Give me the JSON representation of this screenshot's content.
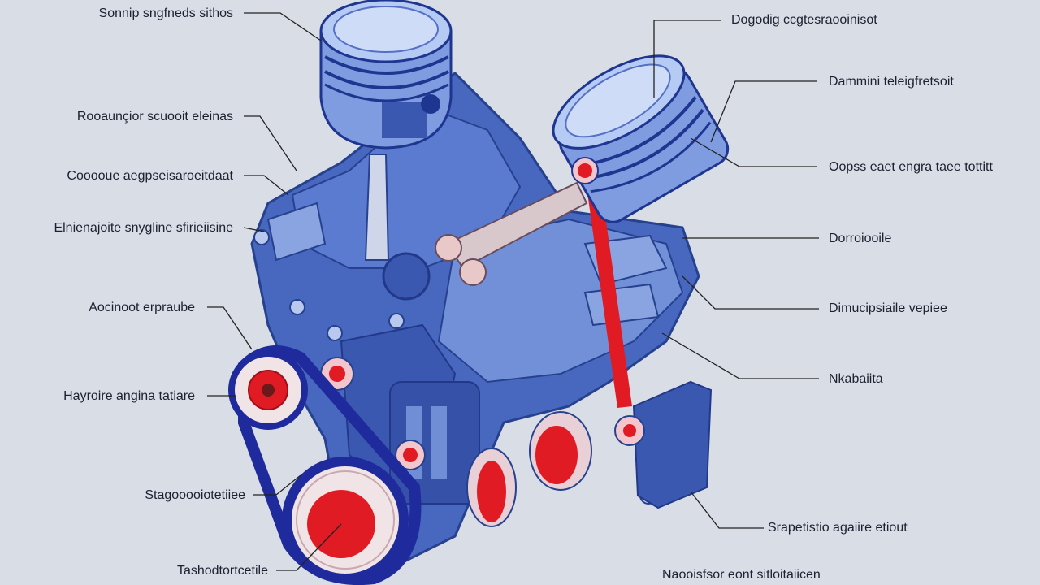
{
  "colors": {
    "background": "#d9dde6",
    "engine_dark": "#2f4fa8",
    "engine_mid": "#4868c0",
    "engine_light": "#8ea8e6",
    "piston_face": "#a9c1f2",
    "accent_red": "#e01b24",
    "belt": "#1f2b9c",
    "leader": "#222222"
  },
  "labels": {
    "l1": "Sonnip sngfneds sithos",
    "l2": "Rooaunçior scuooit eleinas",
    "l3": "Cooooue aegpseisaroeitdaat",
    "l4": "Elnienajoite snygline sfirieiisine",
    "l5": "Aocinoot erpraube",
    "l6": "Hayroire angina tatiare",
    "l7": "Stagooooiotetiiee",
    "l8": "Tashodtortcetile",
    "r1": "Dogodig ccgtesraooinisot",
    "r2": "Dammini teleigfretsoit",
    "r3": "Oopss eaet engra taee tottitt",
    "r4": "Dorroiooile",
    "r5": "Dimucipsiaile vepiee",
    "r6": "Nkabaiita",
    "r7": "Srapetistio agaiire etiout",
    "r8": "Naooisfsor eont sitloitaiicen"
  }
}
